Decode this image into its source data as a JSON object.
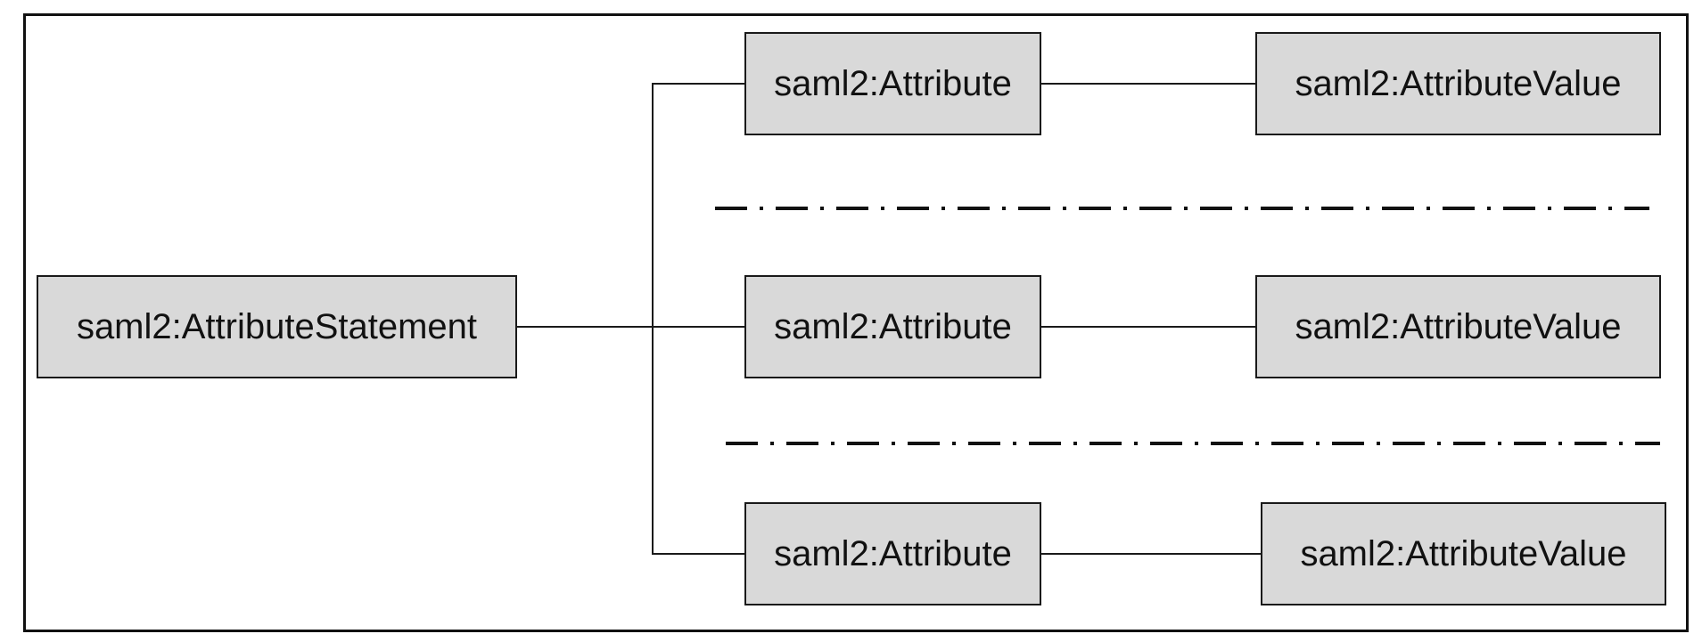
{
  "diagram": {
    "root": {
      "label": "saml2:AttributeStatement"
    },
    "rows": [
      {
        "attribute": "saml2:Attribute",
        "value": "saml2:AttributeValue"
      },
      {
        "attribute": "saml2:Attribute",
        "value": "saml2:AttributeValue"
      },
      {
        "attribute": "saml2:Attribute",
        "value": "saml2:AttributeValue"
      }
    ],
    "colors": {
      "node_fill": "#d9d9d9",
      "stroke": "#1a1a1a"
    }
  }
}
